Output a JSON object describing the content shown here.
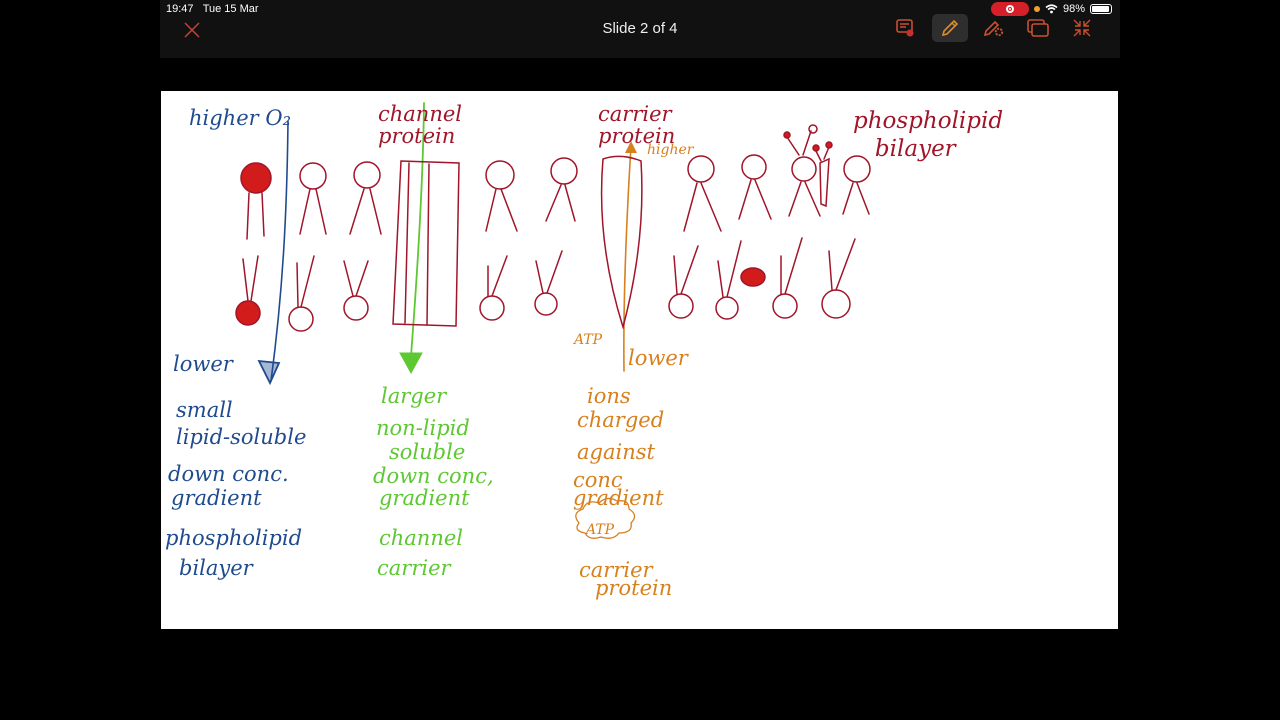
{
  "status_bar": {
    "time": "19:47",
    "date": "Tue 15 Mar",
    "battery": "98%",
    "recording": true
  },
  "toolbar": {
    "title": "Slide 2 of 4",
    "close_icon": "close-icon",
    "tools": [
      {
        "name": "slide-notes-icon",
        "active": false
      },
      {
        "name": "pencil-icon",
        "active": true
      },
      {
        "name": "pen-settings-icon",
        "active": false
      },
      {
        "name": "screen-mirror-icon",
        "active": false
      },
      {
        "name": "collapse-icon",
        "active": false
      }
    ],
    "accent_color": "#d45a2a"
  },
  "slide": {
    "labels": {
      "higher_o2": "higher O₂",
      "channel_protein": "channel\nprotein",
      "carrier_protein": "carrier\nprotein",
      "carrier_higher": "higher",
      "phospholipid_bilayer": "phospholipid\n   bilayer",
      "lower_blue": "lower",
      "atp_small": "ATP",
      "lower_orange": "lower"
    },
    "notes": {
      "blue": [
        "small",
        "lipid-soluble",
        "down conc.",
        "gradient",
        "phospholipid",
        "bilayer"
      ],
      "green": [
        "larger",
        "non-lipid",
        "soluble",
        "down conc,",
        "gradient",
        "channel",
        "carrier"
      ],
      "orange": [
        "ions",
        "charged",
        "against",
        "conc",
        "gradient",
        "ATP",
        "carrier",
        "protein"
      ]
    },
    "ink_colors": {
      "blue": "#1f4b8e",
      "red": "#a0152a",
      "green": "#5dc832",
      "orange": "#d7801e"
    }
  }
}
